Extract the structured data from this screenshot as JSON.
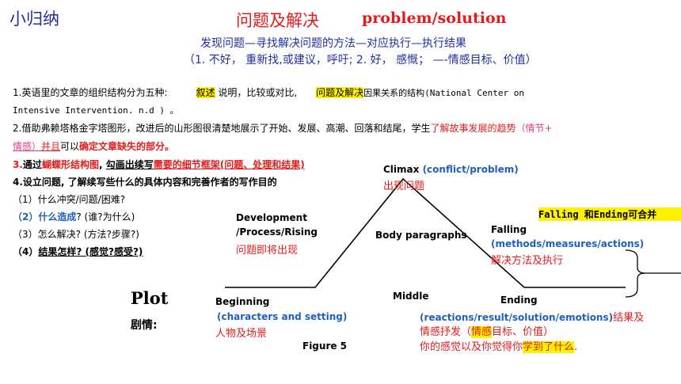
{
  "header": {
    "summary": "小归纳",
    "title_cn": "问题及解决",
    "title_en": "problem/solution",
    "subtitle1": "发现问题—寻找解决问题的方法—对应执行—执行结果",
    "subtitle2": "（1. 不好， 重新找,或建议，呼吁; 2. 好， 感慨； —-情感目标、价值）"
  },
  "notes": {
    "p1_a": "1.英语里的文章的组织结构分为五种:",
    "p1_blank1": "叙述",
    "p1_b": " 说明，比较或对比,",
    "p1_blank2": "问题及解决",
    "p1_c": "因果关系的结构(National Center on",
    "p1_line2": "Intensive Intervention. n.d ) 。",
    "p2_a": "2.借助弗赖塔格金字塔图形，改进后的山形图很清楚地展示了开始、发展、高潮、回落和结尾，学生",
    "p2_red": "了解故事发展的趋势",
    "p2_pink": "（情节+",
    "p2_pink2": "情感）",
    "p2_red2": "并且",
    "p2_b": "可以",
    "p2_red3": "确定文章缺失的部分。",
    "p3_num": "3.",
    "p3_a": "通过",
    "p3_red": "蝴蝶形结构图",
    "p3_b": ", ",
    "p3_u": "勾画出续写",
    "p3_red2": "需要的细节框架(问题、处理和结果)",
    "p4": "4.设立问题, 了解续写些什么的具体内容和完善作者的写作目的",
    "q1": "（1）什么冲突/问题/困难?",
    "q2_num": "（2）",
    "q2_blue": "什么造成",
    "q2_rest": "? (谁?为什么)",
    "q3": "（3）怎么解决? (方法?步骤?)",
    "q4_num": "（4）",
    "q4_u": "结果怎样? (感觉?感受?)"
  },
  "diagram": {
    "climax_en": "Climax ",
    "climax_blue": "(conflict/problem)",
    "climax_cn": "出现问题",
    "dev_l1": "Development",
    "dev_l2": "/Process/Rising",
    "dev_cn": "问题即将出现",
    "body": "Body paragraphs",
    "falling_en": "Falling",
    "falling_blue": "(methods/measures/actions)",
    "falling_cn": "解决方法及执行",
    "merge_note": "Falling 和Ending可合并",
    "plot_en": "Plot",
    "plot_cn": "剧情:",
    "beginning_en": "Beginning",
    "beginning_blue": "(characters and setting)",
    "beginning_cn": "人物及场景",
    "middle": "Middle",
    "ending_en": "Ending",
    "ending_blue": "(reactions/result/solution/emotions)",
    "ending_red": "结果及",
    "ending_red2": "情感抒发（",
    "ending_hl": "情感",
    "ending_red3": "目标、价值）",
    "ending_red4": "你的感觉以及你觉得你",
    "ending_hl2": "学到了什么",
    "ending_dot": ".",
    "figure": "Figure 5"
  },
  "colors": {
    "red": "#e31b1b",
    "blue": "#1f5fbf",
    "navy": "#1f2f9f",
    "highlight": "#fff200"
  }
}
